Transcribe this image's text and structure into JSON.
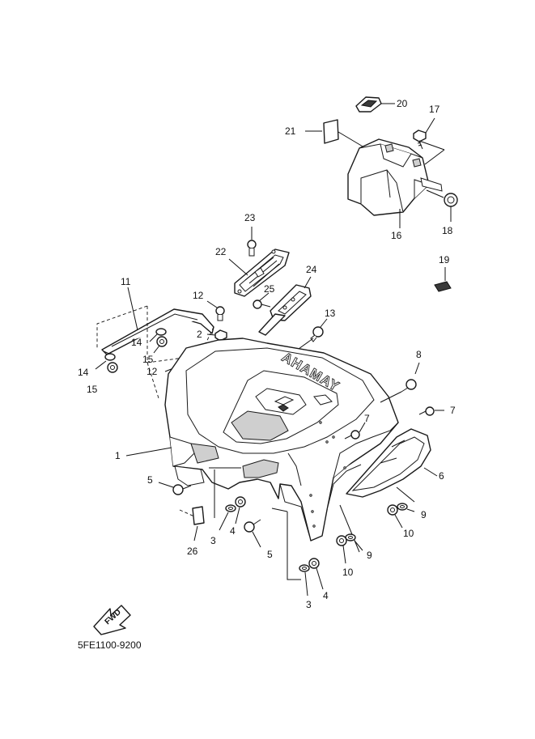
{
  "callouts": {
    "c1": "1",
    "c2": "2",
    "c3a": "3",
    "c3b": "3",
    "c4a": "4",
    "c4b": "4",
    "c5a": "5",
    "c5b": "5",
    "c6": "6",
    "c7a": "7",
    "c7b": "7",
    "c8": "8",
    "c9a": "9",
    "c9b": "9",
    "c10a": "10",
    "c10b": "10",
    "c11": "11",
    "c12a": "12",
    "c12b": "12",
    "c13": "13",
    "c14a": "14",
    "c14b": "14",
    "c15a": "15",
    "c15b": "15",
    "c16": "16",
    "c17": "17",
    "c18": "18",
    "c19": "19",
    "c20": "20",
    "c21": "21",
    "c22": "22",
    "c23": "23",
    "c24": "24",
    "c25": "25",
    "c26": "26"
  },
  "fender_brand": "YAMAHA",
  "fwd_label": "FWD",
  "ref_code": "5FE1100-9200"
}
